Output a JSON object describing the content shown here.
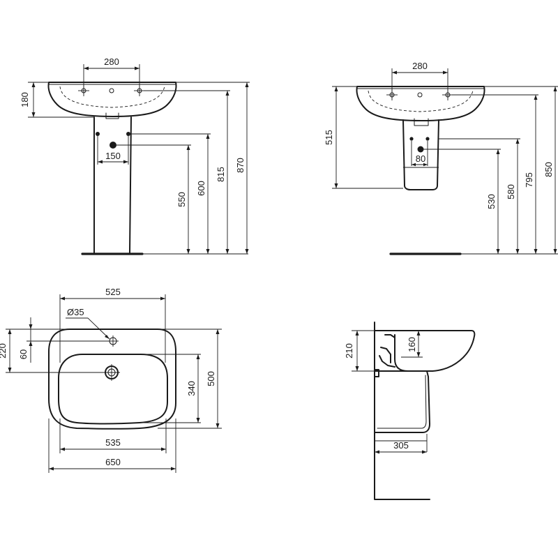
{
  "views": {
    "front_pedestal": {
      "tap_spacing": "280",
      "bowl_depth": "180",
      "pedestal_spacing": "150",
      "h_550": "550",
      "h_600": "600",
      "h_815": "815",
      "h_870": "870"
    },
    "front_semi_pedestal": {
      "tap_spacing": "280",
      "h_515": "515",
      "pedestal_spacing": "80",
      "h_530": "530",
      "h_580": "580",
      "h_795": "795",
      "h_850": "850"
    },
    "plan": {
      "width_525": "525",
      "hole_diameter": "Ø35",
      "depth_220": "220",
      "depth_60": "60",
      "depth_340": "340",
      "depth_500": "500",
      "width_535": "535",
      "width_650": "650"
    },
    "side": {
      "h_210": "210",
      "h_160": "160",
      "depth_305": "305"
    }
  }
}
